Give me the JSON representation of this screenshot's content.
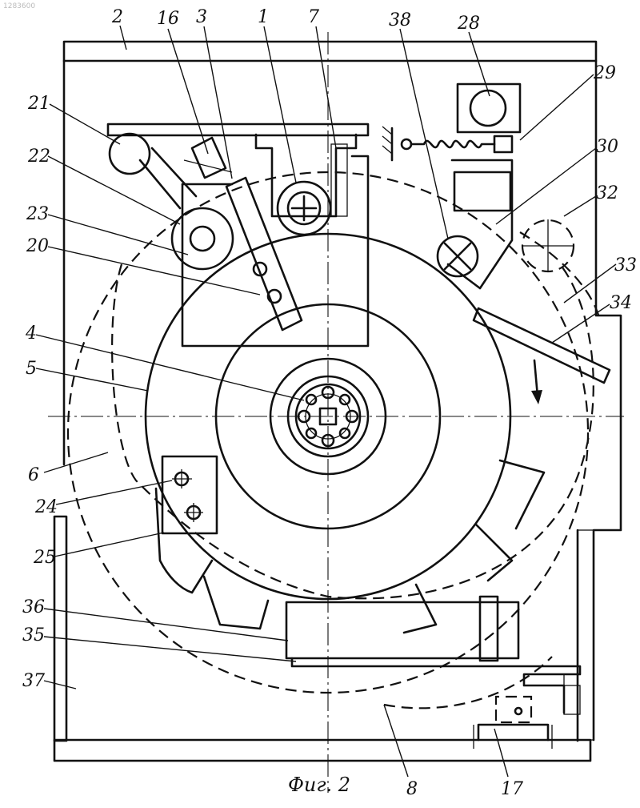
{
  "watermark": "1283600",
  "caption": "Фиг. 2",
  "labels": {
    "l2": "2",
    "l16": "16",
    "l3": "3",
    "l1": "1",
    "l7": "7",
    "l38": "38",
    "l28": "28",
    "l29": "29",
    "l30": "30",
    "l32": "32",
    "l33": "33",
    "l34": "34",
    "l21": "21",
    "l22": "22",
    "l23": "23",
    "l20": "20",
    "l4": "4",
    "l5": "5",
    "l6": "6",
    "l24": "24",
    "l25": "25",
    "l36": "36",
    "l35": "35",
    "l37": "37",
    "l8": "8",
    "l17": "17"
  },
  "colors": {
    "ink": "#111111",
    "paper": "#ffffff"
  }
}
